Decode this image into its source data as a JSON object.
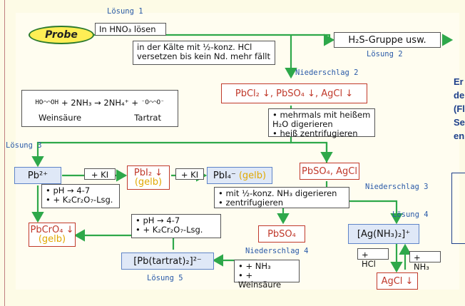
{
  "title_labels": {
    "loesung1": "Lösung 1",
    "loesung2": "Lösung 2",
    "loesung3": "Lösung 3",
    "loesung4": "Lösung 4",
    "loesung5": "Lösung 5",
    "niederschlag2": "Niederschlag 2",
    "niederschlag3": "Niederschlag 3",
    "niederschlag4": "Niederschlag 4"
  },
  "probe": "Probe",
  "steps": {
    "dissolve": "In HNO₃ lösen",
    "hcl": "in der Kälte mit ½-konz. HCl versetzen bis kein Nd. mehr fällt",
    "h2s": "H₂S-Gruppe usw.",
    "n2_content": "PbCl₂ ↓, PbSO₄ ↓, AgCl ↓",
    "hot_water_1": "mehrmals mit heißem H₂O digerieren",
    "hot_water_2": "heiß zentrifugieren",
    "pb2": "Pb²⁺",
    "ki1": "+ KI",
    "pbi2": "PbI₂ ↓",
    "pbi2_color": "(gelb)",
    "ki2": "+ KI",
    "pbi4": "PbI₄⁻",
    "pbi4_color": "(gelb)",
    "ph_1": "pH → 4-7",
    "k2cr_1": "+ K₂Cr₂O₇-Lsg.",
    "pbcro4": "PbCrO₄ ↓",
    "pbcro4_color": "(gelb)",
    "pbso4_agcl": "PbSO₄, AgCl",
    "nh3_1": "mit ½-konz. NH₃ digerieren",
    "nh3_2": "zentrifugieren",
    "ph_2": "pH → 4-7",
    "k2cr_2": "+ K₂Cr₂O₇-Lsg.",
    "pbso4": "PbSO₄",
    "agnh3": "[Ag(NH₃)₂]⁺",
    "pbtartrat": "[Pb(tartrat)₂]²⁻",
    "nh3_add": "+ NH₃",
    "weinsaeure_add": "+ Weinsäure",
    "hcl_add": "+ HCl",
    "nh3_add2": "+ NH₃",
    "agcl": "AgCl ↓"
  },
  "reaction_box": {
    "equation": "+ 2NH₃ → 2NH₄⁺ +",
    "left_name": "Weinsäure",
    "right_name": "Tartrat"
  },
  "side_text": [
    "Er",
    "de",
    "(Fl",
    "Se",
    "en"
  ],
  "colors": {
    "arrow": "#2ea84a",
    "label_blue": "#2a5aa8",
    "red": "#c0392b",
    "yellow": "#e0a800"
  }
}
